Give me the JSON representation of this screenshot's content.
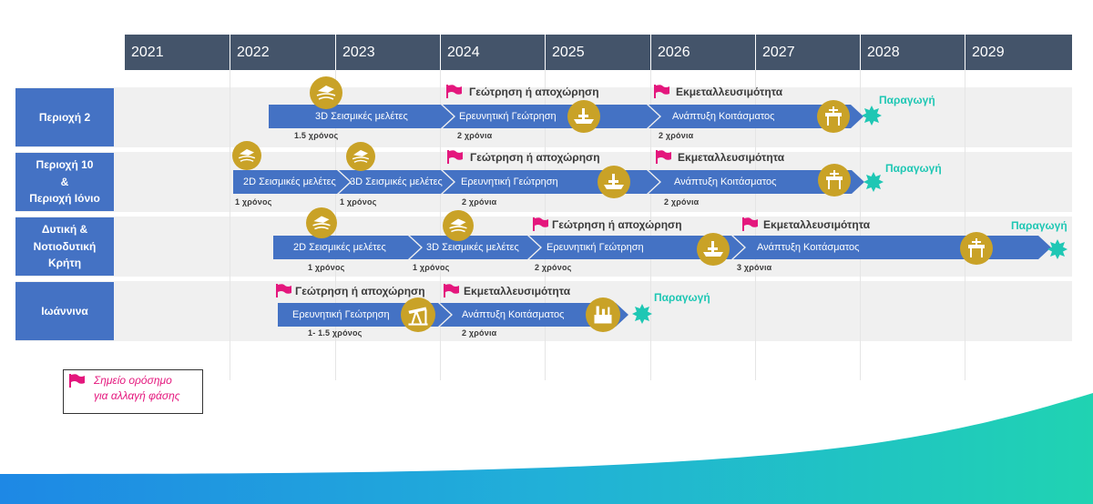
{
  "colors": {
    "header": "#44546a",
    "arrow": "#4472c4",
    "coin": "#c9a227",
    "flag": "#e4177d",
    "production": "#1fc7b4",
    "band": "#f0f0f0"
  },
  "years": [
    "2021",
    "2022",
    "2023",
    "2024",
    "2025",
    "2026",
    "2027",
    "2028",
    "2029"
  ],
  "rows": [
    {
      "region": "Περιοχή 2",
      "arrows": [
        {
          "label": "3D Σεισμικές μελέτες",
          "duration": "1.5 χρόνος",
          "icon": "seismic-survey-icon"
        },
        {
          "label": "Ερευνητική Γεώτρηση",
          "duration": "2 χρόνια",
          "icon": "drilling-ship-icon",
          "gate": "Γεώτρηση ή αποχώρηση"
        },
        {
          "label": "Ανάπτυξη Κοιτάσματος",
          "duration": "2 χρόνια",
          "icon": "offshore-platform-icon",
          "gate": "Εκμεταλλευσιμότητα"
        }
      ],
      "production": "Παραγωγή"
    },
    {
      "region_lines": [
        "Περιοχή 10",
        "&",
        "Περιοχή Ιόνιο"
      ],
      "arrows": [
        {
          "label": "2D Σεισμικές μελέτες",
          "duration": "1 χρόνος",
          "icon": "seismic-survey-icon"
        },
        {
          "label": "3D Σεισμικές μελέτες",
          "duration": "1 χρόνος",
          "icon": "seismic-survey-icon"
        },
        {
          "label": "Ερευνητική Γεώτρηση",
          "duration": "2 χρόνια",
          "icon": "drilling-ship-icon",
          "gate": "Γεώτρηση ή αποχώρηση"
        },
        {
          "label": "Ανάπτυξη Κοιτάσματος",
          "duration": "2 χρόνια",
          "icon": "offshore-platform-icon",
          "gate": "Εκμεταλλευσιμότητα"
        }
      ],
      "production": "Παραγωγή"
    },
    {
      "region_lines": [
        "Δυτική &",
        "Νοτιοδυτική",
        "Κρήτη"
      ],
      "arrows": [
        {
          "label": "2D Σεισμικές μελέτες",
          "duration": "1 χρόνος",
          "icon": "seismic-survey-icon"
        },
        {
          "label": "3D Σεισμικές μελέτες",
          "duration": "1 χρόνος",
          "icon": "seismic-survey-icon"
        },
        {
          "label": "Ερευνητική Γεώτρηση",
          "duration": "2 χρόνος",
          "icon": "drilling-ship-icon",
          "gate": "Γεώτρηση ή αποχώρηση"
        },
        {
          "label": "Ανάπτυξη Κοιτάσματος",
          "duration": "3 χρόνια",
          "icon": "offshore-platform-icon",
          "gate": "Εκμεταλλευσιμότητα"
        }
      ],
      "production": "Παραγωγή"
    },
    {
      "region": "Ιωάννινα",
      "arrows": [
        {
          "label": "Ερευνητική Γεώτρηση",
          "duration": "1- 1.5 χρόνος",
          "icon": "oil-pump-icon",
          "gate": "Γεώτρηση ή αποχώρηση"
        },
        {
          "label": "Ανάπτυξη Κοιτάσματος",
          "duration": "2 χρόνια",
          "icon": "refinery-icon",
          "gate": "Εκμεταλλευσιμότητα"
        }
      ],
      "production": "Παραγωγή"
    }
  ],
  "legend": {
    "lines": [
      "Σημείο ορόσημο",
      "για αλλαγή φάσης"
    ],
    "icon": "flag-icon"
  }
}
